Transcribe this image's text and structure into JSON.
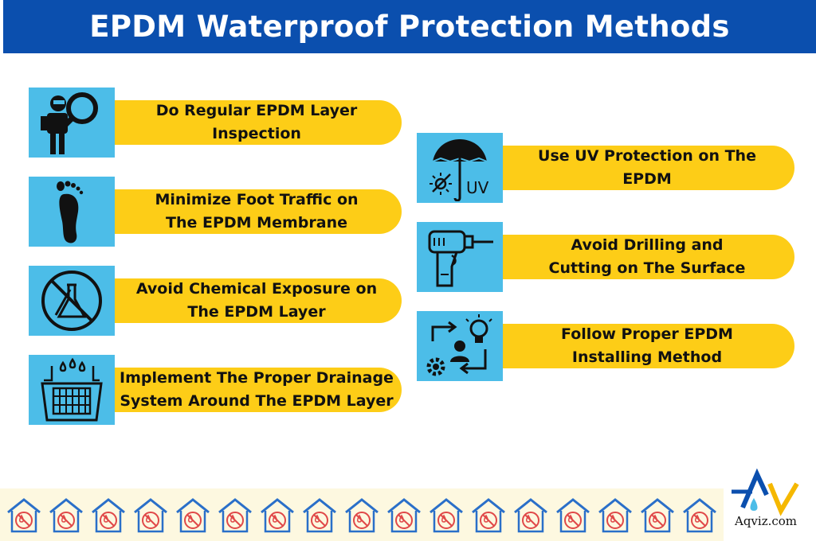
{
  "title": "EPDM Waterproof Protection Methods",
  "left_items": [
    {
      "label": "Do Regular EPDM Layer\nInspection",
      "icon": "inspector-magnifier-icon"
    },
    {
      "label": "Minimize Foot Traffic on\nThe EPDM Membrane",
      "icon": "footprint-icon"
    },
    {
      "label": "Avoid Chemical Exposure on\nThe EPDM Layer",
      "icon": "no-chemical-icon"
    },
    {
      "label": "Implement The Proper Drainage\nSystem Around The EPDM Layer",
      "icon": "drainage-icon"
    }
  ],
  "right_items": [
    {
      "label": "Use UV Protection on The\nEPDM",
      "icon": "umbrella-uv-icon"
    },
    {
      "label": "Avoid Drilling and\nCutting on The Surface",
      "icon": "drill-icon"
    },
    {
      "label": "Follow Proper EPDM\nInstalling Method",
      "icon": "process-gear-bulb-icon"
    }
  ],
  "uv_text": "UV",
  "logo_text": "Aqviz.com",
  "colors": {
    "header": "#0b4fae",
    "icon_bg": "#4cbde8",
    "pill": "#fdcd17",
    "footer_bg": "#fdf8e0"
  }
}
